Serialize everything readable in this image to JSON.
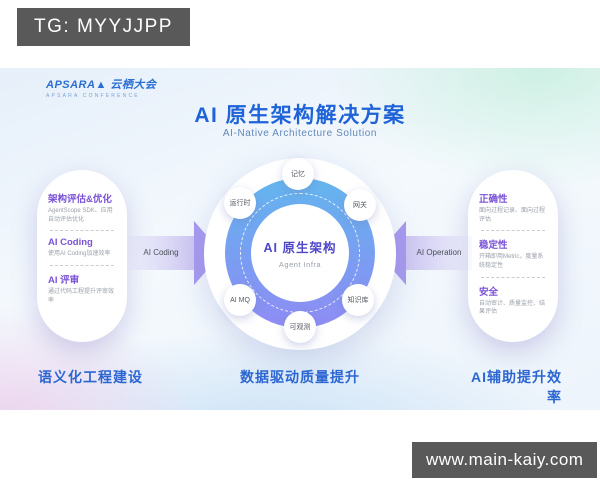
{
  "overlays": {
    "telegram_watermark": "TG: MYYJJPP",
    "site_watermark": "www.main-kaiy.com"
  },
  "slide": {
    "logo": {
      "brand": "APSARA▲ 云栖大会",
      "tagline": "APSARA CONFERENCE"
    },
    "title": "AI 原生架构解决方案",
    "subtitle": "AI-Native Architecture Solution",
    "left_panel": {
      "items": [
        {
          "title": "架构评估&优化",
          "desc": "AgentScope SDK、应用自动评估优化"
        },
        {
          "title": "AI Coding",
          "desc": "使用AI Coding加速效率"
        },
        {
          "title": "AI 评审",
          "desc": "通过代码工程提升评审效率"
        }
      ],
      "caption": "语义化工程建设"
    },
    "center": {
      "core_title": "AI 原生架构",
      "core_subtitle": "Agent Infra",
      "nodes": [
        {
          "label": "记忆"
        },
        {
          "label": "网关"
        },
        {
          "label": "知识库"
        },
        {
          "label": "可观测"
        },
        {
          "label": "AI MQ"
        },
        {
          "label": "运行时"
        }
      ],
      "left_arrow_label": "AI Coding",
      "right_arrow_label": "AI Operation",
      "caption": "数据驱动质量提升"
    },
    "right_panel": {
      "items": [
        {
          "title": "正确性",
          "desc": "面向过程记录、面向过程评估"
        },
        {
          "title": "稳定性",
          "desc": "开箱即用Metric，度量系统稳定性"
        },
        {
          "title": "安全",
          "desc": "自动审计、质量监控、结果评估"
        }
      ],
      "caption": "AI辅助提升效率"
    },
    "colors": {
      "title_blue": "#1e63d8",
      "heading_purple": "#7a52d6",
      "caption_blue": "#2b66d2",
      "ring_gradient_top": "#63b6ee",
      "ring_gradient_bottom": "#908cf4",
      "core_text_indigo": "#4f46c8",
      "watermark_bg": "#595959"
    }
  }
}
